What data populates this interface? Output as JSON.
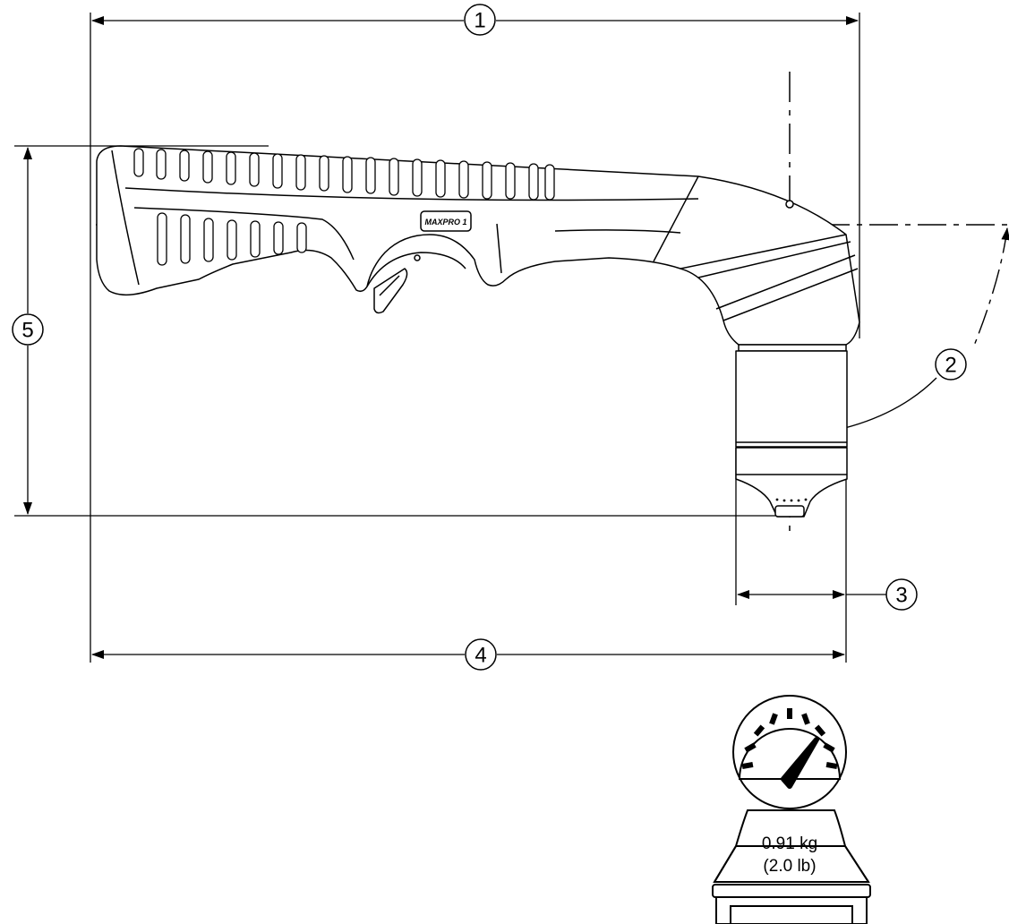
{
  "callouts": [
    {
      "id": "1"
    },
    {
      "id": "2"
    },
    {
      "id": "3"
    },
    {
      "id": "4"
    },
    {
      "id": "5"
    }
  ],
  "torch": {
    "brand_label": "MAXPRO 1"
  },
  "weight": {
    "metric": "0.91 kg",
    "imperial": "(2.0 lb)"
  },
  "colors": {
    "line": "#000000",
    "background": "#ffffff"
  }
}
